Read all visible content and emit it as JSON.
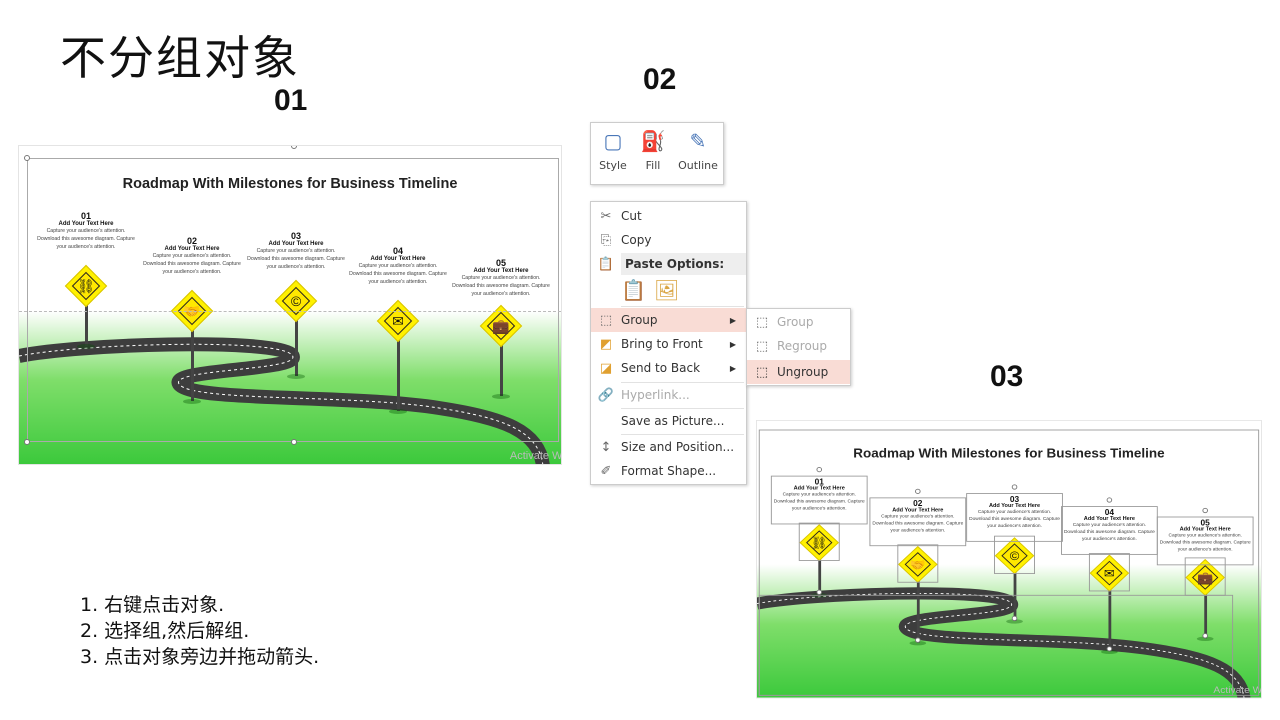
{
  "title": "不分组对象",
  "step_numbers": [
    "01",
    "02",
    "03"
  ],
  "roadmap": {
    "title": "Roadmap With Milestones for Business Timeline",
    "watermark": "Activate Win",
    "milestones": [
      {
        "num": "01",
        "heading": "Add Your Text Here",
        "desc": "Capture your audience's attention. Download this awesome diagram. Capture your audience's attention.",
        "icon": "chain-icon",
        "glyph": "⛓"
      },
      {
        "num": "02",
        "heading": "Add Your Text Here",
        "desc": "Capture your audience's attention. Download this awesome diagram. Capture your audience's attention.",
        "icon": "handshake-icon",
        "glyph": "🤝"
      },
      {
        "num": "03",
        "heading": "Add Your Text Here",
        "desc": "Capture your audience's attention. Download this awesome diagram. Capture your audience's attention.",
        "icon": "coin-icon",
        "glyph": "©"
      },
      {
        "num": "04",
        "heading": "Add Your Text Here",
        "desc": "Capture your audience's attention. Download this awesome diagram. Capture your audience's attention.",
        "icon": "envelope-dollar-icon",
        "glyph": "✉"
      },
      {
        "num": "05",
        "heading": "Add Your Text Here",
        "desc": "Capture your audience's attention. Download this awesome diagram. Capture your audience's attention.",
        "icon": "briefcase-icon",
        "glyph": "💼"
      }
    ]
  },
  "ribbon": {
    "style": "Style",
    "fill": "Fill",
    "outline": "Outline"
  },
  "menu": {
    "cut": "Cut",
    "copy": "Copy",
    "paste_options": "Paste Options:",
    "group": "Group",
    "bring_front": "Bring to Front",
    "send_back": "Send to Back",
    "hyperlink": "Hyperlink...",
    "save_picture": "Save as Picture...",
    "size_position": "Size and Position...",
    "format_shape": "Format Shape..."
  },
  "submenu": {
    "group": "Group",
    "regroup": "Regroup",
    "ungroup": "Ungroup"
  },
  "instructions": [
    "1.  右键点击对象.",
    "2.  选择组,然后解组.",
    "3.  点击对象旁边并拖动箭头."
  ]
}
